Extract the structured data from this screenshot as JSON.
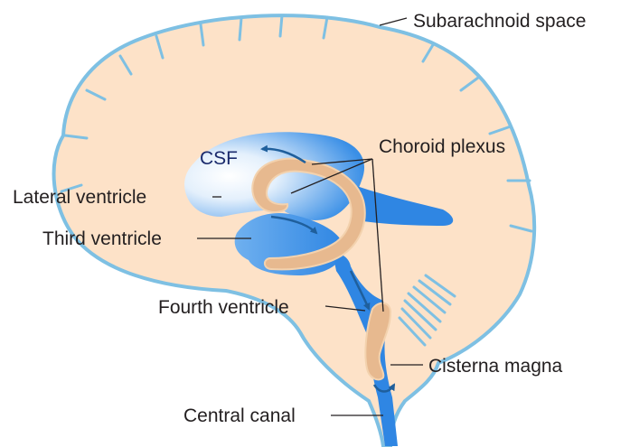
{
  "labels": {
    "subarachnoid_space": "Subarachnoid space",
    "choroid_plexus": "Choroid plexus",
    "csf": "CSF",
    "lateral_ventricle": "Lateral ventricle",
    "third_ventricle": "Third ventricle",
    "fourth_ventricle": "Fourth ventricle",
    "cisterna_magna": "Cisterna magna",
    "central_canal": "Central canal"
  },
  "colors": {
    "brain_tissue": "#fde2c8",
    "meninges_outline": "#7ec0e3",
    "ventricle_blue": "#3a8fe6",
    "choroid_plexus": "#e7b98f",
    "flow_arrow": "#1f5f9c",
    "leader_line": "#231f20"
  }
}
